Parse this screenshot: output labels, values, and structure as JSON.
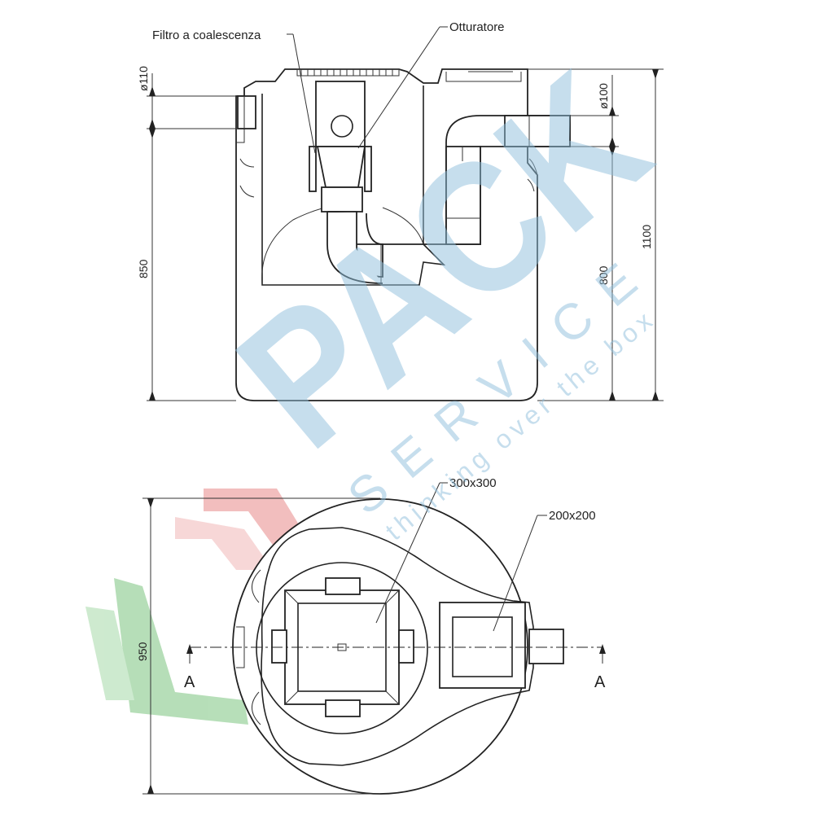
{
  "labels": {
    "coalescing_filter": "Filtro a coalescenza",
    "shutter": "Otturatore",
    "inlet_diameter": "ø110",
    "outlet_diameter": "ø100",
    "inlet_height": "850",
    "outlet_height": "800",
    "total_height": "1100",
    "diameter": "950",
    "large_cover": "300x300",
    "small_cover": "200x200",
    "section_left": "A",
    "section_right": "A"
  },
  "watermark": {
    "brand": "PACK",
    "service": "SERVICE",
    "tagline": "thinking over the box",
    "color": "#8fbfdc",
    "logo_colors": [
      "#e06060",
      "#4caf50"
    ]
  }
}
